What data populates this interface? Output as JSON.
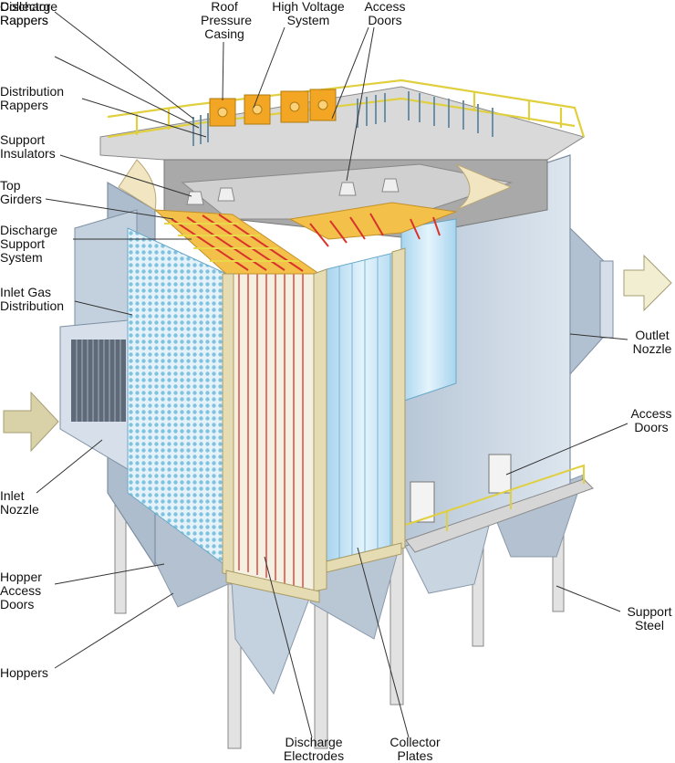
{
  "diagram": {
    "labels": {
      "collector_rappers": "Collector\nRappers",
      "discharge_rappers": "Discharge\nRappers",
      "distribution_rappers": "Distribution\nRappers",
      "support_insulators": "Support\nInsulators",
      "top_girders": "Top\nGirders",
      "discharge_support_system": "Discharge\nSupport\nSystem",
      "inlet_gas_distribution": "Inlet Gas\nDistribution",
      "inlet_nozzle": "Inlet\nNozzle",
      "hopper_access_doors": "Hopper\nAccess\nDoors",
      "hoppers": "Hoppers",
      "roof_pressure_casing": "Roof\nPressure\nCasing",
      "high_voltage_system": "High Voltage\nSystem",
      "access_doors_top": "Access\nDoors",
      "outlet_nozzle": "Outlet\nNozzle",
      "access_doors_side": "Access\nDoors",
      "support_steel": "Support\nSteel",
      "discharge_electrodes": "Discharge\nElectrodes",
      "collector_plates": "Collector\nPlates"
    },
    "colors": {
      "casing": "#c9d6e4",
      "casing_dark": "#9fb0c4",
      "roof": "#cfcfcf",
      "plates": "#bfe0f2",
      "electrode_red": "#d8332a",
      "railing_yellow": "#e8d84a",
      "transformer_orange": "#f2a623",
      "girder_tan": "#e6dcb4",
      "arrow_tan": "#d9d2a8",
      "leader_line": "#333333"
    }
  }
}
